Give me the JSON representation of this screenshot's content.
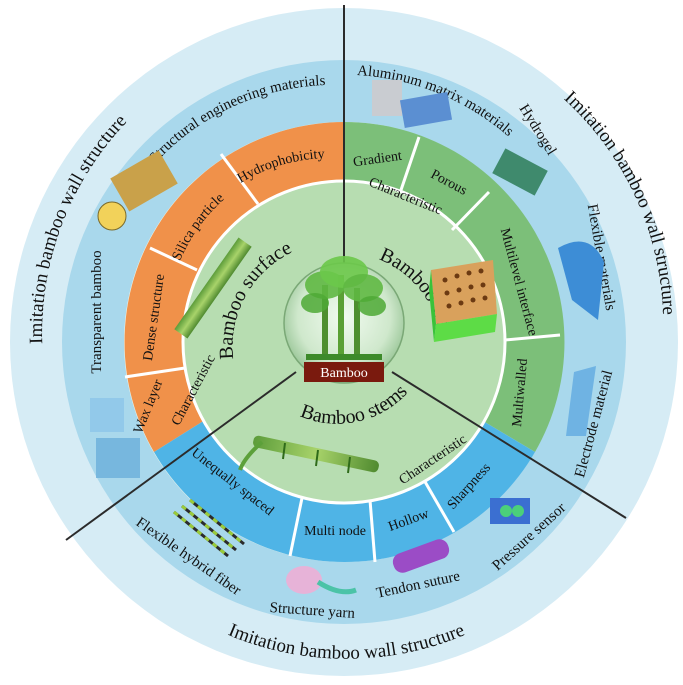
{
  "outer_ring": {
    "label_left": "Imitation bamboo wall structure",
    "label_right": "Imitation bamboo wall structure",
    "label_bottom": "Imitation bamboo wall structure"
  },
  "applications": {
    "structural": "Structural engineering materials",
    "transparent": "Transparent bamboo",
    "aluminum": "Aluminum matrix materials",
    "hydrogel": "Hydrogel",
    "flexible": "Flexible materials",
    "electrode": "Electrode material",
    "pressure": "Pressure sensor",
    "tendon": "Tendon suture",
    "yarn": "Structure yarn",
    "fiber": "Flexible hybrid fiber"
  },
  "surface": {
    "title": "Bamboo surface",
    "characteristic": "Characteristic",
    "segments": [
      "Hydrophobicity",
      "Silica particle",
      "Dense structure",
      "Wax layer"
    ]
  },
  "wall": {
    "title": "Bamboo wall",
    "characteristic": "Characteristic",
    "segments": [
      "Gradient",
      "Porous",
      "Multilevel interface",
      "Multiwalled"
    ]
  },
  "stems": {
    "title": "Bamboo stems",
    "characteristic": "Characteristic",
    "segments": [
      "Sharpness",
      "Hollow",
      "Multi node",
      "Unequally spaced"
    ]
  },
  "center": {
    "label": "Bamboo"
  },
  "colors": {
    "outer": "#d6ecf5",
    "middle": "#a9d8ec",
    "inner_light": "#b7ddb1",
    "surface_band": "#f0914a",
    "wall_band": "#7cbf79",
    "stems_band": "#4fb4e6",
    "center_label": "#7a1a0e"
  }
}
